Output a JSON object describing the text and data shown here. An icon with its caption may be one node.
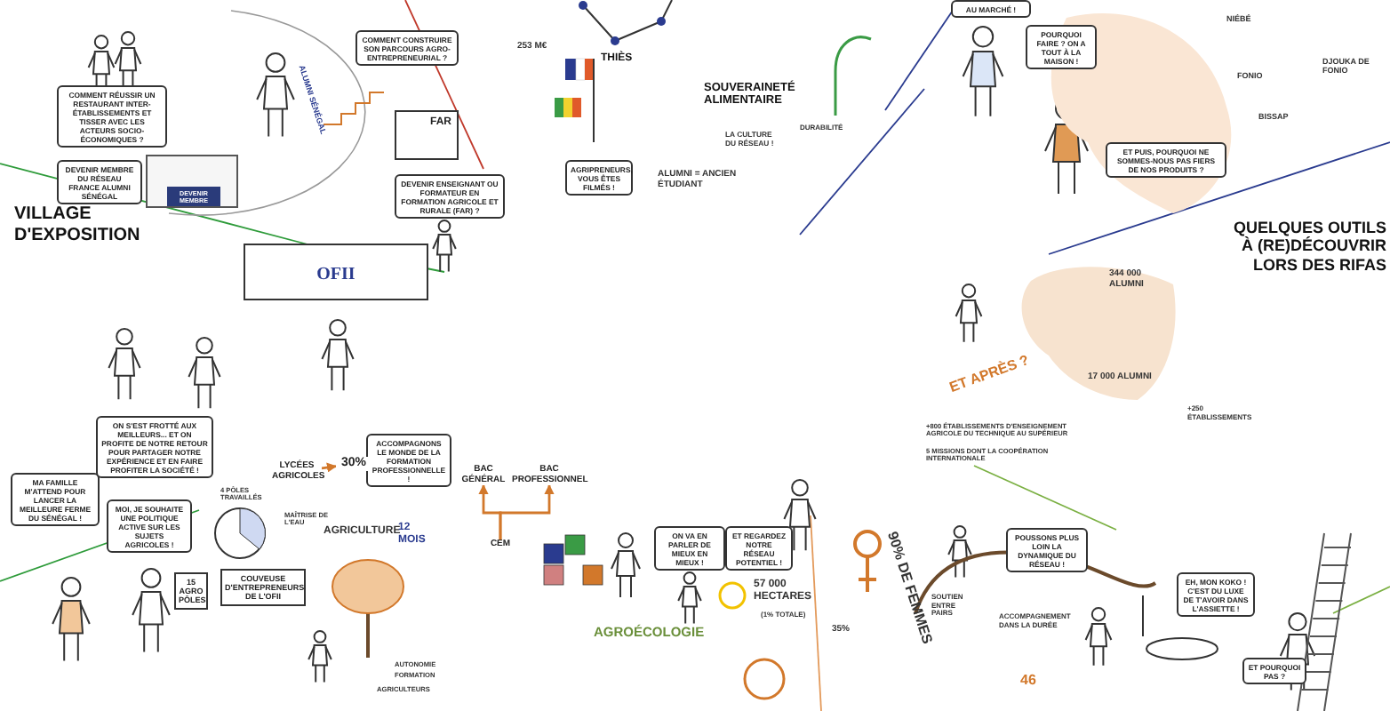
{
  "diagram": {
    "nodes": [
      {
        "text": [
          "COMMENT RÉUSSIR UN RESTAURANT INTER-ÉTABLISSEMENTS ET TISSER AVEC LES ACTEURS SOCIO-ÉCONOMIQUES ?"
        ]
      },
      {
        "text": [
          "COMMENT CONSTRUIRE SON PARCOURS AGRO-ENTREPRENEURIAL ?"
        ]
      },
      {
        "text": [
          "FAR"
        ]
      },
      {
        "text": [
          "DEVENIR ENSEIGNANT OU FORMATEUR EN FORMATION AGRICOLE ET RURALE (FAR) ?"
        ]
      },
      {
        "text": [
          "DEVENIR MEMBRE DU RÉSEAU FRANCE ALUMNI SÉNÉGAL"
        ]
      },
      {
        "text": [],
        "shape": "box"
      },
      {
        "text": [
          "DEVENIR MEMBRE"
        ],
        "in": 5
      },
      {
        "text": [
          "OFII"
        ]
      },
      {
        "text": [
          "AGRIPRENEURS, VOUS ÊTES FILMÉS !"
        ]
      },
      {
        "text": [
          "AU MARCHÉ !"
        ]
      },
      {
        "text": [
          "POURQUOI FAIRE ? ON A TOUT À LA MAISON !"
        ]
      },
      {
        "text": [
          "ET PUIS, POURQUOI NE SOMMES-NOUS PAS FIERS DE NOS PRODUITS ?"
        ]
      },
      {
        "text": [
          "MA FAMILLE M'ATTEND POUR LANCER LA MEILLEURE FERME DU SÉNÉGAL !"
        ]
      },
      {
        "text": [
          "ON S'EST FROTTÉ AUX MEILLEURS... ET ON PROFITE DE NOTRE RETOUR POUR PARTAGER NOTRE EXPÉRIENCE ET EN FAIRE PROFITER LA SOCIÉTÉ !"
        ]
      },
      {
        "text": [
          "MOI, JE SOUHAITE UNE POLITIQUE ACTIVE SUR LES SUJETS AGRICOLES !"
        ]
      },
      {
        "text": [
          "15 AGRO PÔLES"
        ]
      },
      {
        "text": [
          "COUVEUSE D'ENTREPRENEURS DE L'OFII"
        ]
      },
      {
        "text": [
          "ACCOMPAGNONS LE MONDE DE LA FORMATION PROFESSIONNELLE !"
        ]
      },
      {
        "text": [
          "LYCÉES AGRICOLES"
        ]
      },
      {
        "text": [
          "30%"
        ]
      },
      {
        "text": [
          "BAC GÉNÉRAL"
        ]
      },
      {
        "text": [
          "BAC PROFESSIONNEL"
        ]
      },
      {
        "text": [
          "CEM"
        ]
      },
      {
        "text": [
          "ON VA EN PARLER DE MIEUX EN MIEUX !"
        ]
      },
      {
        "text": [
          "ET REGARDEZ NOTRE RÉSEAU POTENTIEL !"
        ]
      },
      {
        "text": [
          "POUSSONS PLUS LOIN LA DYNAMIQUE DU RÉSEAU !"
        ]
      },
      {
        "text": [
          "EH, MON KOKO ! C'EST DU LUXE DE T'AVOIR DANS L'ASSIETTE !"
        ]
      },
      {
        "text": [
          "ET POURQUOI PAS ?"
        ]
      }
    ],
    "edges": [
      {
        "from": 18,
        "to": 19,
        "arrow": "to"
      },
      {
        "from": 22,
        "to": 20,
        "arrow": "to"
      },
      {
        "from": 22,
        "to": 21,
        "arrow": "to"
      }
    ],
    "labels": [
      "ALUMNI SÉNÉGAL",
      "VILLAGE D'EXPOSITION",
      "253 M€",
      "THIÈS",
      "SOUVERAINETÉ ALIMENTAIRE",
      "LA CULTURE DU RÉSEAU !",
      "DURABILITÉ",
      "ALUMNI = ANCIEN ÉTUDIANT",
      "NIÉBÉ",
      "FONIO",
      "DJOUKA DE FONIO",
      "BISSAP",
      "QUELQUES OUTILS À (RE)DÉCOUVRIR LORS DES RIFAS",
      "344 000 ALUMNI",
      "ET APRÈS ?",
      "+800 ÉTABLISSEMENTS D'ENSEIGNEMENT AGRICOLE DU TECHNIQUE AU SUPÉRIEUR",
      "5 MISSIONS DONT LA COOPÉRATION INTERNATIONALE",
      "17 000 ALUMNI",
      "+250 ÉTABLISSEMENTS",
      "4 PÔLES TRAVAILLÉS",
      "MAÎTRISE DE L'EAU",
      "AGRICULTURE",
      "12 MOIS",
      "AUTONOMIE",
      "FORMATION",
      "AGRICULTEURS",
      "AGROÉCOLOGIE",
      "57 000 HECTARES",
      "(1% TOTALE)",
      "35%",
      "90% DE FEMMES",
      "SOUTIEN ENTRE PAIRS",
      "ACCOMPAGNEMENT DANS LA DURÉE",
      "46"
    ]
  }
}
